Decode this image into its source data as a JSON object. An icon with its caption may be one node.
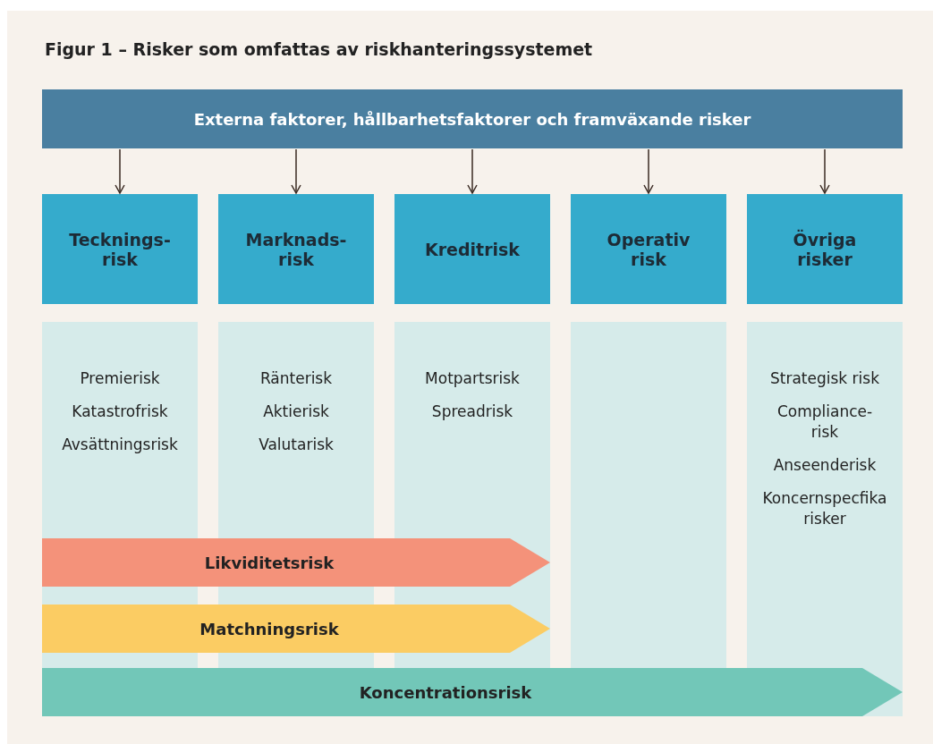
{
  "diagram": {
    "title": "Figur 1 – Risker som omfattas av riskhanteringssystemet",
    "nodes": [
      {
        "text": [
          "Externa faktorer, hållbarhetsfaktorer och framväxande risker"
        ]
      },
      {
        "text": [
          "Tecknings- risk"
        ]
      },
      {
        "text": [
          "Marknads- risk"
        ]
      },
      {
        "text": [
          "Kreditrisk"
        ]
      },
      {
        "text": [
          "Operativ risk"
        ]
      },
      {
        "text": [
          "Övriga risker"
        ]
      },
      {
        "text": [
          "Premierisk",
          "Katastrofrisk",
          "Avsättningsrisk"
        ]
      },
      {
        "text": [
          "Ränterisk",
          "Aktierisk",
          "Valutarisk"
        ]
      },
      {
        "text": [
          "Motpartsrisk",
          "Spreadrisk"
        ]
      },
      {
        "text": [],
        "shape": "box"
      },
      {
        "text": [
          "Strategisk risk",
          "Compliance- risk",
          "Anseenderisk",
          "Koncernspecfika risker"
        ]
      },
      {
        "text": [
          "Likviditetsrisk"
        ]
      },
      {
        "text": [
          "Matchningsrisk"
        ]
      },
      {
        "text": [
          "Koncentrationsrisk"
        ]
      }
    ],
    "edges": [
      {
        "from": 0,
        "to": 1,
        "arrow": "to"
      },
      {
        "from": 0,
        "to": 2,
        "arrow": "to"
      },
      {
        "from": 0,
        "to": 3,
        "arrow": "to"
      },
      {
        "from": 0,
        "to": 4,
        "arrow": "to"
      },
      {
        "from": 0,
        "to": 5,
        "arrow": "to"
      }
    ]
  }
}
